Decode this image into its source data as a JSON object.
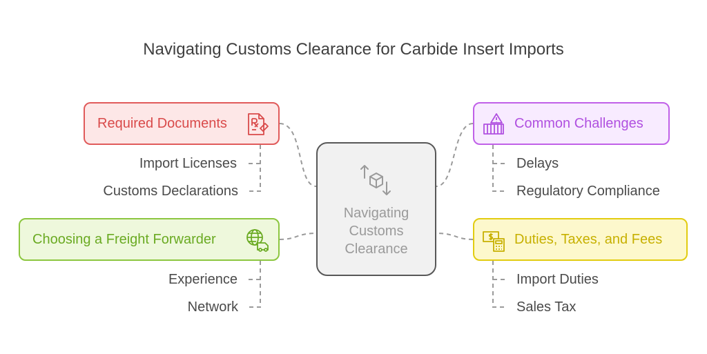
{
  "title": "Navigating Customs Clearance for Carbide Insert Imports",
  "center": {
    "label": "Navigating Customs Clearance",
    "icon": "box-arrows-icon"
  },
  "branches": {
    "documents": {
      "label": "Required Documents",
      "icon": "prescription-document-icon",
      "color": "#e05a5a",
      "items": [
        "Import Licenses",
        "Customs Declarations"
      ]
    },
    "freight": {
      "label": "Choosing a Freight Forwarder",
      "icon": "globe-truck-icon",
      "color": "#8cc63f",
      "items": [
        "Experience",
        "Network"
      ]
    },
    "challenges": {
      "label": "Common Challenges",
      "icon": "barrier-warning-icon",
      "color": "#c060e8",
      "items": [
        "Delays",
        "Regulatory Compliance"
      ]
    },
    "duties": {
      "label": "Duties, Taxes, and Fees",
      "icon": "money-calculator-icon",
      "color": "#e2cc10",
      "items": [
        "Import Duties",
        "Sales Tax"
      ]
    }
  }
}
